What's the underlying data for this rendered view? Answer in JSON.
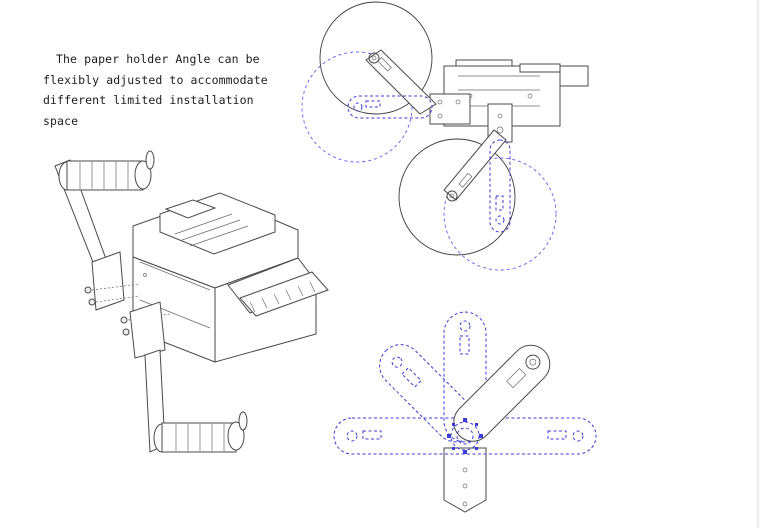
{
  "caption": {
    "lines": [
      "The paper holder Angle can be",
      "flexibly adjusted to accommodate",
      "different limited installation",
      "space"
    ]
  },
  "colors": {
    "line": "#4a4a4a",
    "dashed_outline": "#3b3bd6",
    "background": "#ffffff"
  }
}
